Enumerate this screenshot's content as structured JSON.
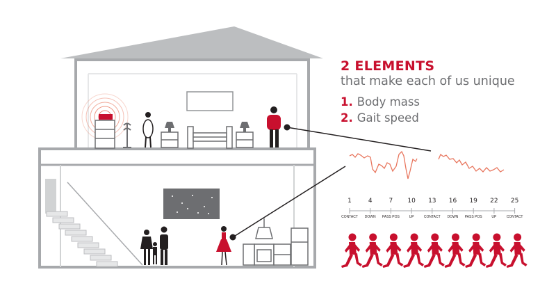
{
  "info": {
    "heading": "2 ELEMENTS",
    "subheading": "that make each of us unique",
    "items": [
      {
        "number": "1.",
        "label": "Body mass"
      },
      {
        "number": "2.",
        "label": "Gait speed"
      }
    ]
  },
  "gait_timeline": {
    "frames": [
      "1",
      "4",
      "7",
      "10",
      "13",
      "16",
      "19",
      "22",
      "25"
    ],
    "phases": [
      "CONTACT",
      "DOWN",
      "PASS POS",
      "UP",
      "CONTACT",
      "DOWN",
      "PASS POS",
      "UP",
      "CONTACT"
    ]
  },
  "colors": {
    "accent": "#c8102e",
    "house": "#a7a9ac",
    "text": "#6d6e71",
    "wave": "#e8765e"
  },
  "icons": [
    "router-icon",
    "wifi-waves-icon",
    "coat-rack-icon",
    "lamp-icon",
    "bed-icon",
    "person-icon",
    "family-icon",
    "stove-icon",
    "fridge-icon",
    "staircase-icon",
    "walking-figure-icon"
  ]
}
